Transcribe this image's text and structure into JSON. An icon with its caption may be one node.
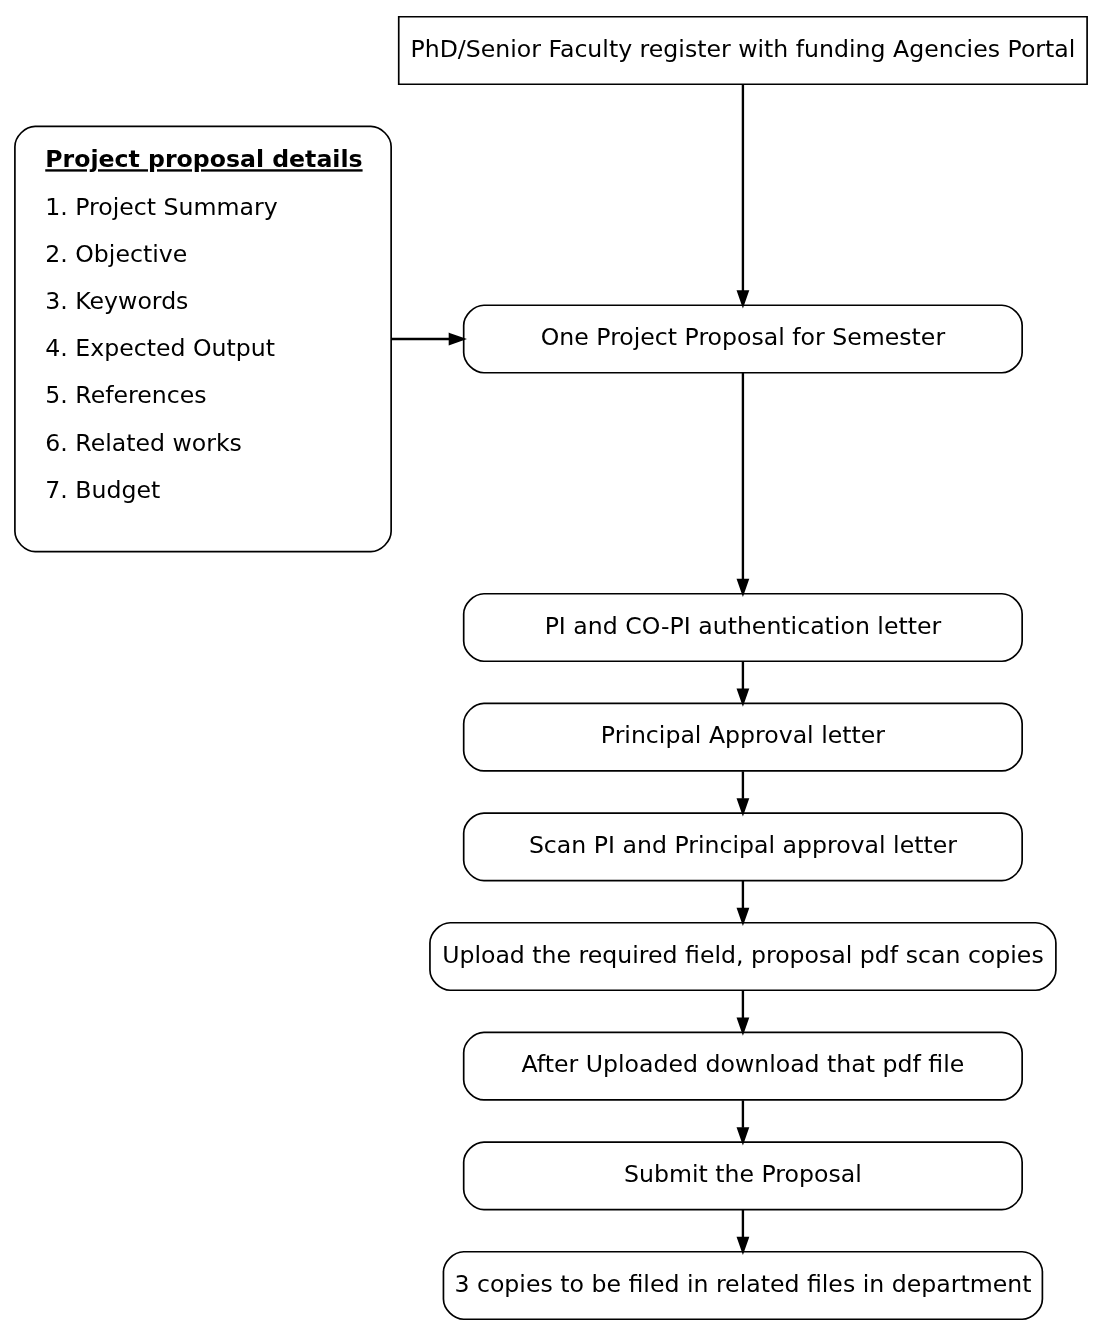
{
  "diagram": {
    "nodes": [
      {
        "text": [
          "PhD/Senior Faculty register with funding Agencies Portal"
        ]
      },
      {
        "text": [
          "Project proposal details",
          "1. Project Summary",
          "2. Objective",
          "3. Keywords",
          "4. Expected Output",
          "5. References",
          "6. Related works",
          "7. Budget"
        ]
      },
      {
        "text": [
          "One Project Proposal for Semester"
        ]
      },
      {
        "text": [
          "PI and CO-PI authentication letter"
        ]
      },
      {
        "text": [
          "Principal Approval letter"
        ]
      },
      {
        "text": [
          "Scan PI and Principal approval letter"
        ]
      },
      {
        "text": [
          "Upload the required field, proposal pdf scan copies"
        ]
      },
      {
        "text": [
          "After Uploaded download that pdf file"
        ]
      },
      {
        "text": [
          "Submit the Proposal"
        ]
      },
      {
        "text": [
          "3 copies to be filed in related files in department"
        ]
      }
    ],
    "edges": [
      {
        "from": 0,
        "to": 2,
        "arrow": "to"
      },
      {
        "from": 1,
        "to": 2,
        "arrow": "to"
      },
      {
        "from": 2,
        "to": 3,
        "arrow": "to"
      },
      {
        "from": 3,
        "to": 4,
        "arrow": "to"
      },
      {
        "from": 4,
        "to": 5,
        "arrow": "to"
      },
      {
        "from": 5,
        "to": 6,
        "arrow": "to"
      },
      {
        "from": 6,
        "to": 7,
        "arrow": "to"
      },
      {
        "from": 7,
        "to": 8,
        "arrow": "to"
      },
      {
        "from": 8,
        "to": 9,
        "arrow": "to"
      }
    ]
  }
}
